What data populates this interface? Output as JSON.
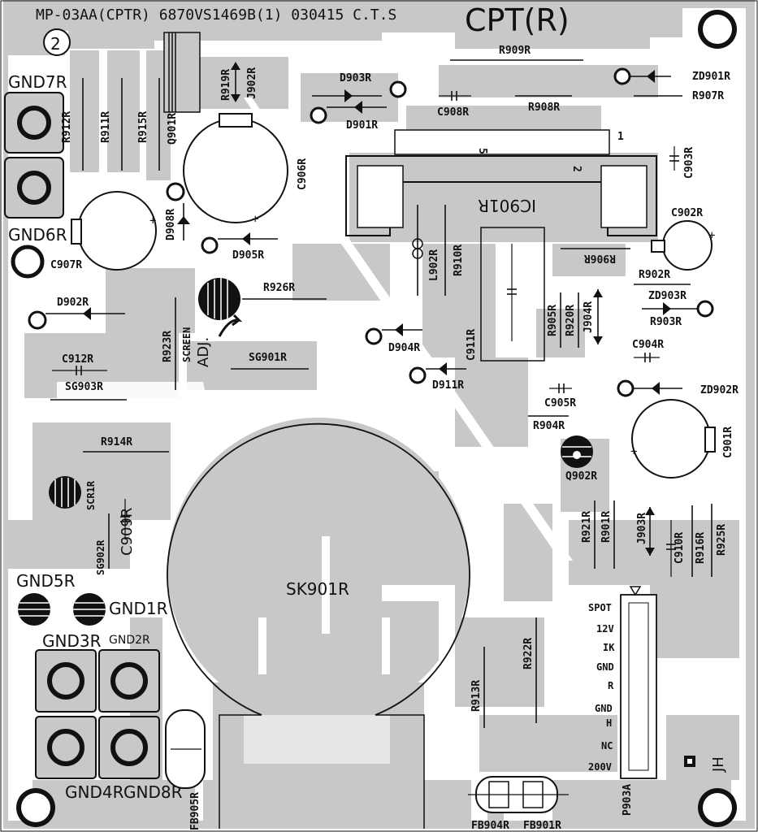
{
  "header": {
    "board_code": "MP-03AA(CPTR) 6870VS1469B(1) 030415 C.T.S",
    "board_title": "CPT(R)",
    "revision_mark": "2"
  },
  "colors": {
    "copper": "#c8c8c8",
    "silk": "#111111",
    "board": "#ffffff"
  },
  "ground_pads": [
    "GND7R",
    "GND6R",
    "GND5R",
    "GND1R",
    "GND3R",
    "GND2R",
    "GND4R",
    "GND8R"
  ],
  "components": {
    "r909": "R909R",
    "zd901": "ZD901R",
    "r907": "R907R",
    "d903": "D903R",
    "d901": "D901R",
    "c908": "C908R",
    "r908": "R908R",
    "r912": "R912R",
    "r911": "R911R",
    "r915": "R915R",
    "q901": "Q901R",
    "r919": "R919R",
    "j902": "J902R",
    "c906": "C906R",
    "c903": "C903R",
    "ic901": "IC901R",
    "ic_pin5": "5",
    "ic_pin2": "2",
    "ic_pin1": "1",
    "c902": "C902R",
    "d908": "D908R",
    "c907": "C907R",
    "d905": "D905R",
    "l902": "L902R",
    "r910": "R910R",
    "r906": "R906R",
    "r902": "R902R",
    "zd903": "ZD903R",
    "r903": "R903R",
    "d902": "D902R",
    "r926": "R926R",
    "screen_line1": "SCREEN",
    "screen_line2": "ADJ.",
    "r905": "R905R",
    "r920": "R920R",
    "j904": "J904R",
    "c904": "C904R",
    "r923": "R923R",
    "d904": "D904R",
    "c911": "C911R",
    "c912": "C912R",
    "sg901": "SG901R",
    "sg903": "SG903R",
    "d911": "D911R",
    "zd902": "ZD902R",
    "c905": "C905R",
    "r904": "R904R",
    "r914": "R914R",
    "q902": "Q902R",
    "c901": "C901R",
    "scr1": "SCR1R",
    "c909": "C909R",
    "sg902": "SG902R",
    "r921": "R921R",
    "r901": "R901R",
    "j903": "J903R",
    "c910": "C910R",
    "r916": "R916R",
    "r925": "R925R",
    "sk901": "SK901R",
    "r913": "R913R",
    "r922": "R922R",
    "fb905": "FB905R",
    "fb904": "FB904R",
    "fb901": "FB901R",
    "p903a": "P903A",
    "jh": "JH"
  },
  "connector_pins": [
    "SPOT",
    "12V",
    "IK",
    "GND",
    "R",
    "GND",
    "H",
    "NC",
    "200V"
  ]
}
